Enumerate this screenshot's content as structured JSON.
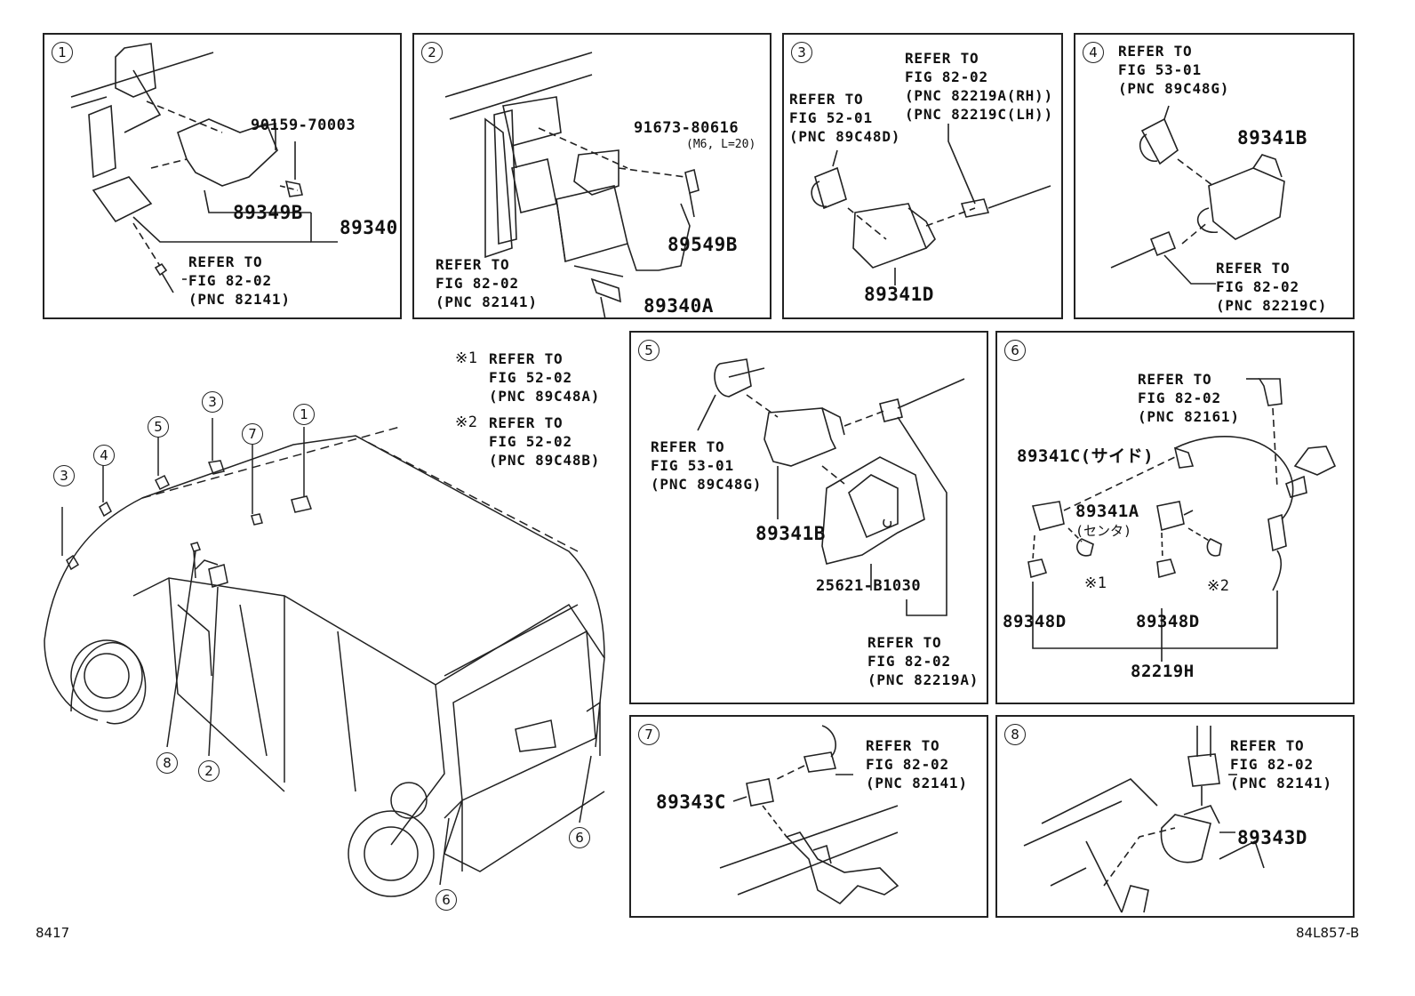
{
  "panels": {
    "p1": {
      "num": "1",
      "pn1": "90159-70003",
      "pn2": "89349B",
      "pn3": "89340",
      "ref": "REFER TO\nFIG 82-02\n(PNC 82141)"
    },
    "p2": {
      "num": "2",
      "pn1": "91673-80616",
      "spec": "(M6, L=20)",
      "pn2": "89549B",
      "pn3": "89340A",
      "ref": "REFER TO\nFIG 82-02\n(PNC 82141)"
    },
    "p3": {
      "num": "3",
      "ref1": "REFER TO\nFIG 52-01\n(PNC 89C48D)",
      "ref2": "REFER TO\nFIG 82-02\n(PNC 82219A(RH))\n(PNC 82219C(LH))",
      "pn": "89341D"
    },
    "p4": {
      "num": "4",
      "ref1": "REFER TO\nFIG 53-01\n(PNC 89C48G)",
      "pn": "89341B",
      "ref2": "REFER TO\nFIG 82-02\n(PNC 82219C)"
    },
    "p5": {
      "num": "5",
      "ref1": "REFER TO\nFIG 53-01\n(PNC 89C48G)",
      "pn1": "89341B",
      "pn2": "25621-B1030",
      "ref2": "REFER TO\nFIG 82-02\n(PNC 82219A)"
    },
    "p6": {
      "num": "6",
      "ref": "REFER TO\nFIG 82-02\n(PNC 82161)",
      "pn1": "89341C(サイド)",
      "pn2": "89341A",
      "pn2sub": "(センタ)",
      "m1": "※1",
      "m2": "※2",
      "pn3": "89348D",
      "pn4": "89348D",
      "pn5": "82219H"
    },
    "p7": {
      "num": "7",
      "ref": "REFER TO\nFIG 82-02\n(PNC 82141)",
      "pn": "89343C"
    },
    "p8": {
      "num": "8",
      "ref": "REFER TO\nFIG 82-02\n(PNC 82141)",
      "pn": "89343D"
    }
  },
  "notes": {
    "n1": {
      "mark": "※1",
      "text": "REFER TO\nFIG 52-02\n(PNC 89C48A)"
    },
    "n2": {
      "mark": "※2",
      "text": "REFER TO\nFIG 52-02\n(PNC 89C48B)"
    }
  },
  "vehicle_callouts": [
    "3",
    "4",
    "5",
    "3",
    "7",
    "1",
    "8",
    "2",
    "6",
    "6"
  ],
  "footer": {
    "left": "8417",
    "right": "84L857-B"
  }
}
